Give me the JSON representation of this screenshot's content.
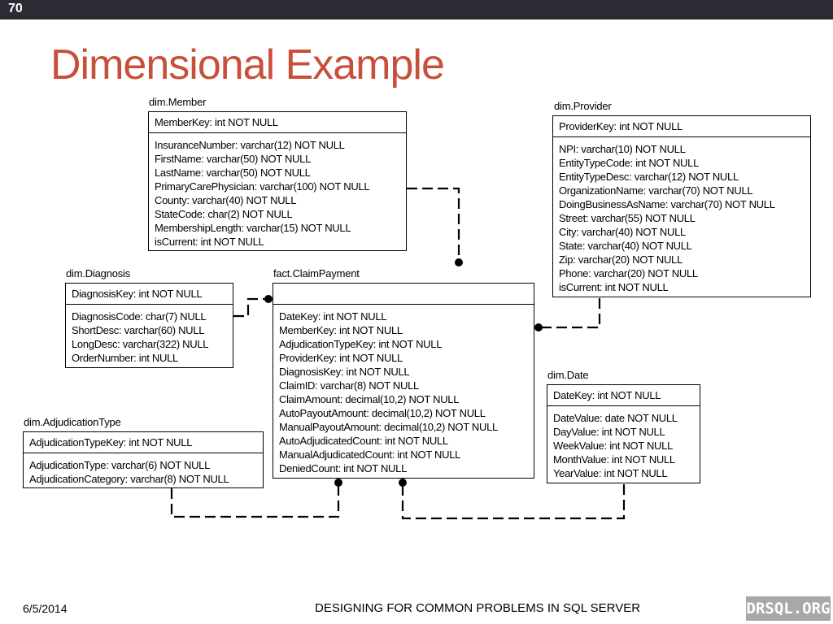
{
  "slide_number": "70",
  "title": "Dimensional Example",
  "entities": {
    "member": {
      "name": "dim.Member",
      "key": "MemberKey: int NOT NULL",
      "columns": [
        "InsuranceNumber: varchar(12) NOT NULL",
        "FirstName: varchar(50) NOT NULL",
        "LastName: varchar(50) NOT NULL",
        "PrimaryCarePhysician: varchar(100) NOT NULL",
        "County: varchar(40) NOT NULL",
        "StateCode: char(2) NOT NULL",
        "MembershipLength: varchar(15) NOT NULL",
        "isCurrent: int NOT NULL"
      ]
    },
    "provider": {
      "name": "dim.Provider",
      "key": "ProviderKey: int NOT NULL",
      "columns": [
        "NPI: varchar(10) NOT NULL",
        "EntityTypeCode: int NOT NULL",
        "EntityTypeDesc: varchar(12) NOT NULL",
        "OrganizationName: varchar(70) NOT NULL",
        "DoingBusinessAsName: varchar(70) NOT NULL",
        "Street: varchar(55) NOT NULL",
        "City: varchar(40) NOT NULL",
        "State: varchar(40) NOT NULL",
        "Zip: varchar(20) NOT NULL",
        "Phone: varchar(20) NOT NULL",
        "isCurrent: int NOT NULL"
      ]
    },
    "diagnosis": {
      "name": "dim.Diagnosis",
      "key": "DiagnosisKey: int NOT NULL",
      "columns": [
        "DiagnosisCode: char(7) NULL",
        "ShortDesc: varchar(60) NULL",
        "LongDesc: varchar(322) NULL",
        "OrderNumber: int NULL"
      ]
    },
    "claim_payment": {
      "name": "fact.ClaimPayment",
      "key": "",
      "columns": [
        "DateKey: int NOT NULL",
        "MemberKey: int NOT NULL",
        "AdjudicationTypeKey: int NOT NULL",
        "ProviderKey: int NOT NULL",
        "DiagnosisKey: int NOT NULL",
        "ClaimID: varchar(8) NOT NULL",
        "ClaimAmount: decimal(10,2) NOT NULL",
        "AutoPayoutAmount: decimal(10,2) NOT NULL",
        "ManualPayoutAmount: decimal(10,2) NOT NULL",
        "AutoAdjudicatedCount: int NOT NULL",
        "ManualAdjudicatedCount: int NOT NULL",
        "DeniedCount: int NOT NULL"
      ]
    },
    "date": {
      "name": "dim.Date",
      "key": "DateKey: int NOT NULL",
      "columns": [
        "DateValue: date NOT NULL",
        "DayValue: int NOT NULL",
        "WeekValue: int NOT NULL",
        "MonthValue: int NOT NULL",
        "YearValue: int NOT NULL"
      ]
    },
    "adjudication_type": {
      "name": "dim.AdjudicationType",
      "key": "AdjudicationTypeKey: int NOT NULL",
      "columns": [
        "AdjudicationType: varchar(6) NOT NULL",
        "AdjudicationCategory: varchar(8) NOT NULL"
      ]
    }
  },
  "footer": {
    "date": "6/5/2014",
    "title": "DESIGNING FOR COMMON PROBLEMS IN SQL SERVER",
    "logo": "DRSQL.ORG"
  },
  "colors": {
    "title": "#c8503a",
    "topbar": "#2b2b33",
    "logo_bg": "#a8a8a8"
  }
}
